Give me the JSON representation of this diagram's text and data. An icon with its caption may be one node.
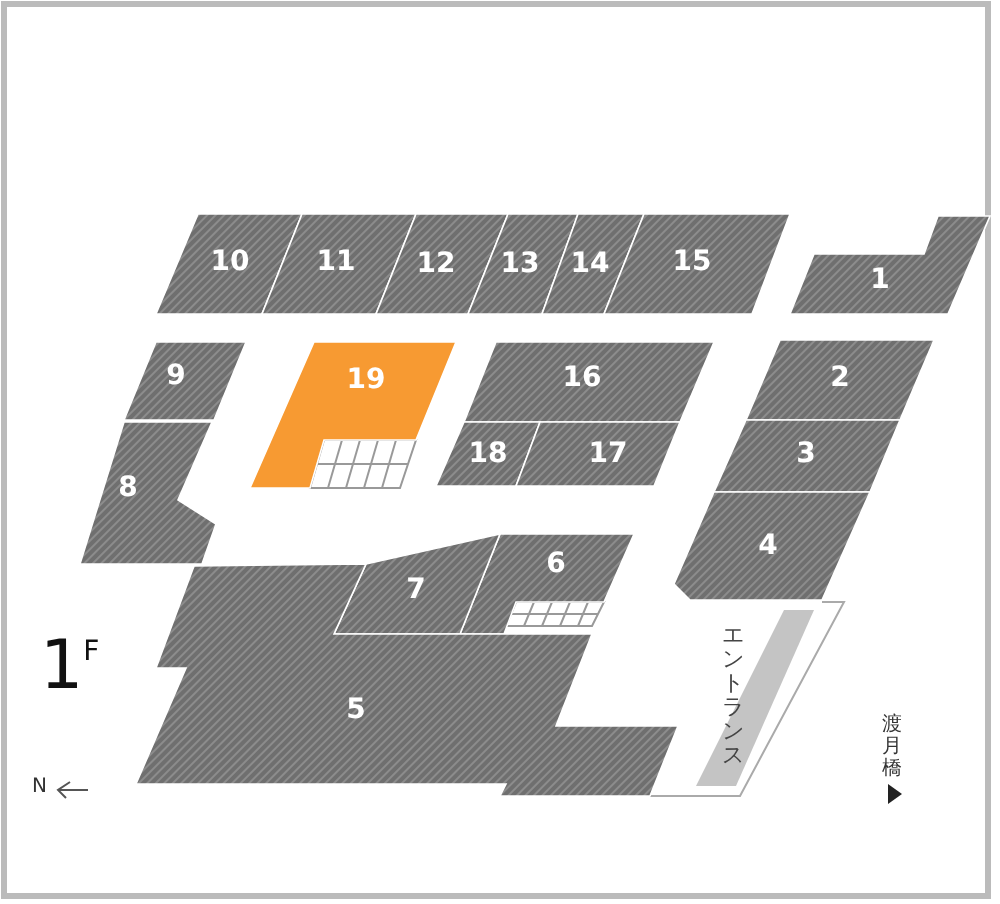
{
  "diagram": {
    "nodes": [
      {
        "text": [
          "10"
        ]
      },
      {
        "text": [
          "11"
        ]
      },
      {
        "text": [
          "12"
        ]
      },
      {
        "text": [
          "13"
        ]
      },
      {
        "text": [
          "14"
        ]
      },
      {
        "text": [
          "15"
        ]
      },
      {
        "text": [
          "1"
        ]
      },
      {
        "text": [
          "9"
        ]
      },
      {
        "text": [
          "19"
        ]
      },
      {
        "text": [
          "16"
        ]
      },
      {
        "text": [
          "2"
        ]
      },
      {
        "text": [
          "18"
        ]
      },
      {
        "text": [
          "17"
        ]
      },
      {
        "text": [
          "3"
        ]
      },
      {
        "text": [
          "8"
        ]
      },
      {
        "text": [
          "4"
        ]
      },
      {
        "text": [
          "6"
        ]
      },
      {
        "text": [
          "7"
        ]
      },
      {
        "text": [
          "5"
        ]
      }
    ],
    "labels": [
      "1$^{F}$",
      "N",
      "エントランス",
      "渡月橋"
    ]
  }
}
